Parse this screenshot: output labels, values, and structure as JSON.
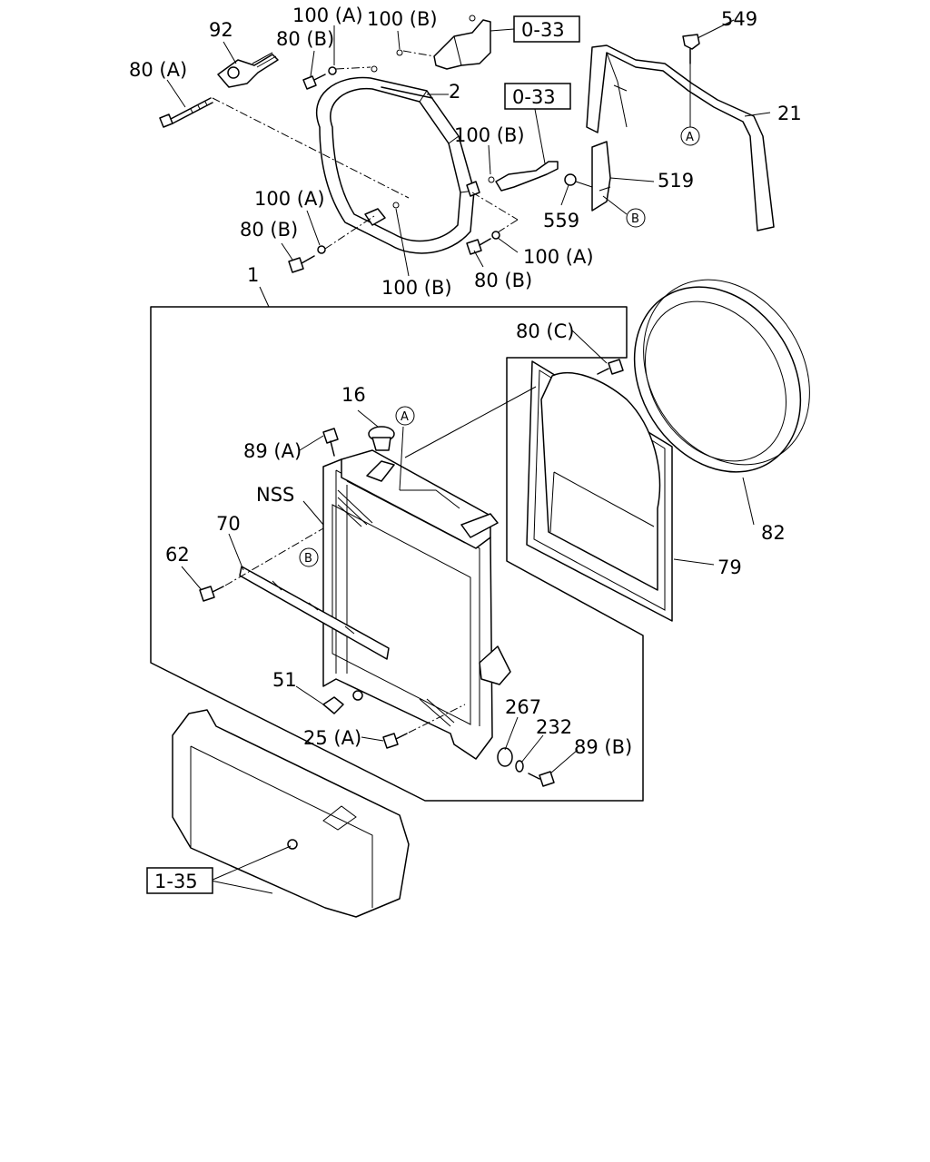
{
  "labels": {
    "p92": "92",
    "p100A_top": "100 (A)",
    "p100B_top": "100 (B)",
    "p80B_top": "80 (B)",
    "p80A": "80 (A)",
    "ref033_top": "0-33",
    "p549": "549",
    "p2": "2",
    "ref033_mid": "0-33",
    "p21": "21",
    "p100B_mid": "100 (B)",
    "p519": "519",
    "p559": "559",
    "p100A_left": "100 (A)",
    "p80B_left": "80 (B)",
    "p100A_right": "100 (A)",
    "p100B_bottom": "100 (B)",
    "p80B_right": "80 (B)",
    "p1": "1",
    "p80C": "80 (C)",
    "p16": "16",
    "p89A": "89 (A)",
    "pNSS": "NSS",
    "p70": "70",
    "p62": "62",
    "p82": "82",
    "p79": "79",
    "p51": "51",
    "p267": "267",
    "p232": "232",
    "p25A": "25 (A)",
    "p89B": "89 (B)",
    "ref135": "1-35",
    "circleA": "A",
    "circleB": "B"
  }
}
